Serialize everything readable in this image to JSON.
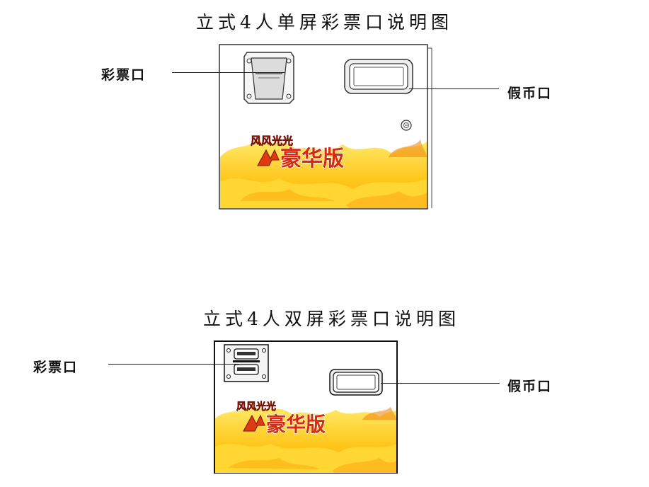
{
  "diagrams": [
    {
      "title": "立式4人单屏彩票口说明图",
      "ticket_label": "彩票口",
      "coin_label": "假币口"
    },
    {
      "title": "立式4人双屏彩票口说明图",
      "ticket_label": "彩票口",
      "coin_label": "假币口"
    }
  ],
  "logo": {
    "top_text": "风风光光",
    "bottom_text": "豪华版"
  },
  "colors": {
    "flame_light": "#ffe34a",
    "flame_mid": "#ffc61a",
    "flame_dark": "#ff9a10",
    "flame_red": "#e8401a",
    "logo_red": "#c8241a"
  }
}
